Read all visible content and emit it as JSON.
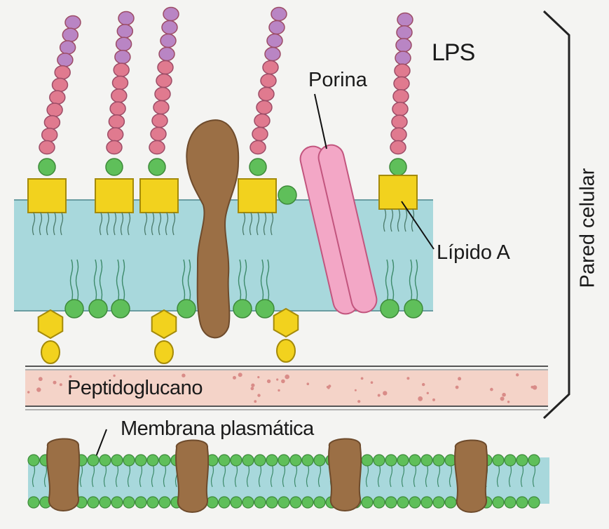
{
  "labels": {
    "lps": "LPS",
    "porina": "Porina",
    "lipido_a": "Lípido A",
    "peptidoglucano": "Peptidoglucano",
    "membrana_plasmatica": "Membrana plasmática",
    "pared_celular": "Pared celular"
  },
  "colors": {
    "sugar_pink": "#e07a8f",
    "sugar_purple": "#b985c4",
    "core_green": "#5fbf5a",
    "lipid_yellow": "#f2d21e",
    "membrane_teal": "#a8d8dc",
    "protein_brown": "#9b6f45",
    "porin_pink": "#f3a7c6",
    "peptidoglycan": "#f4d3c8"
  }
}
